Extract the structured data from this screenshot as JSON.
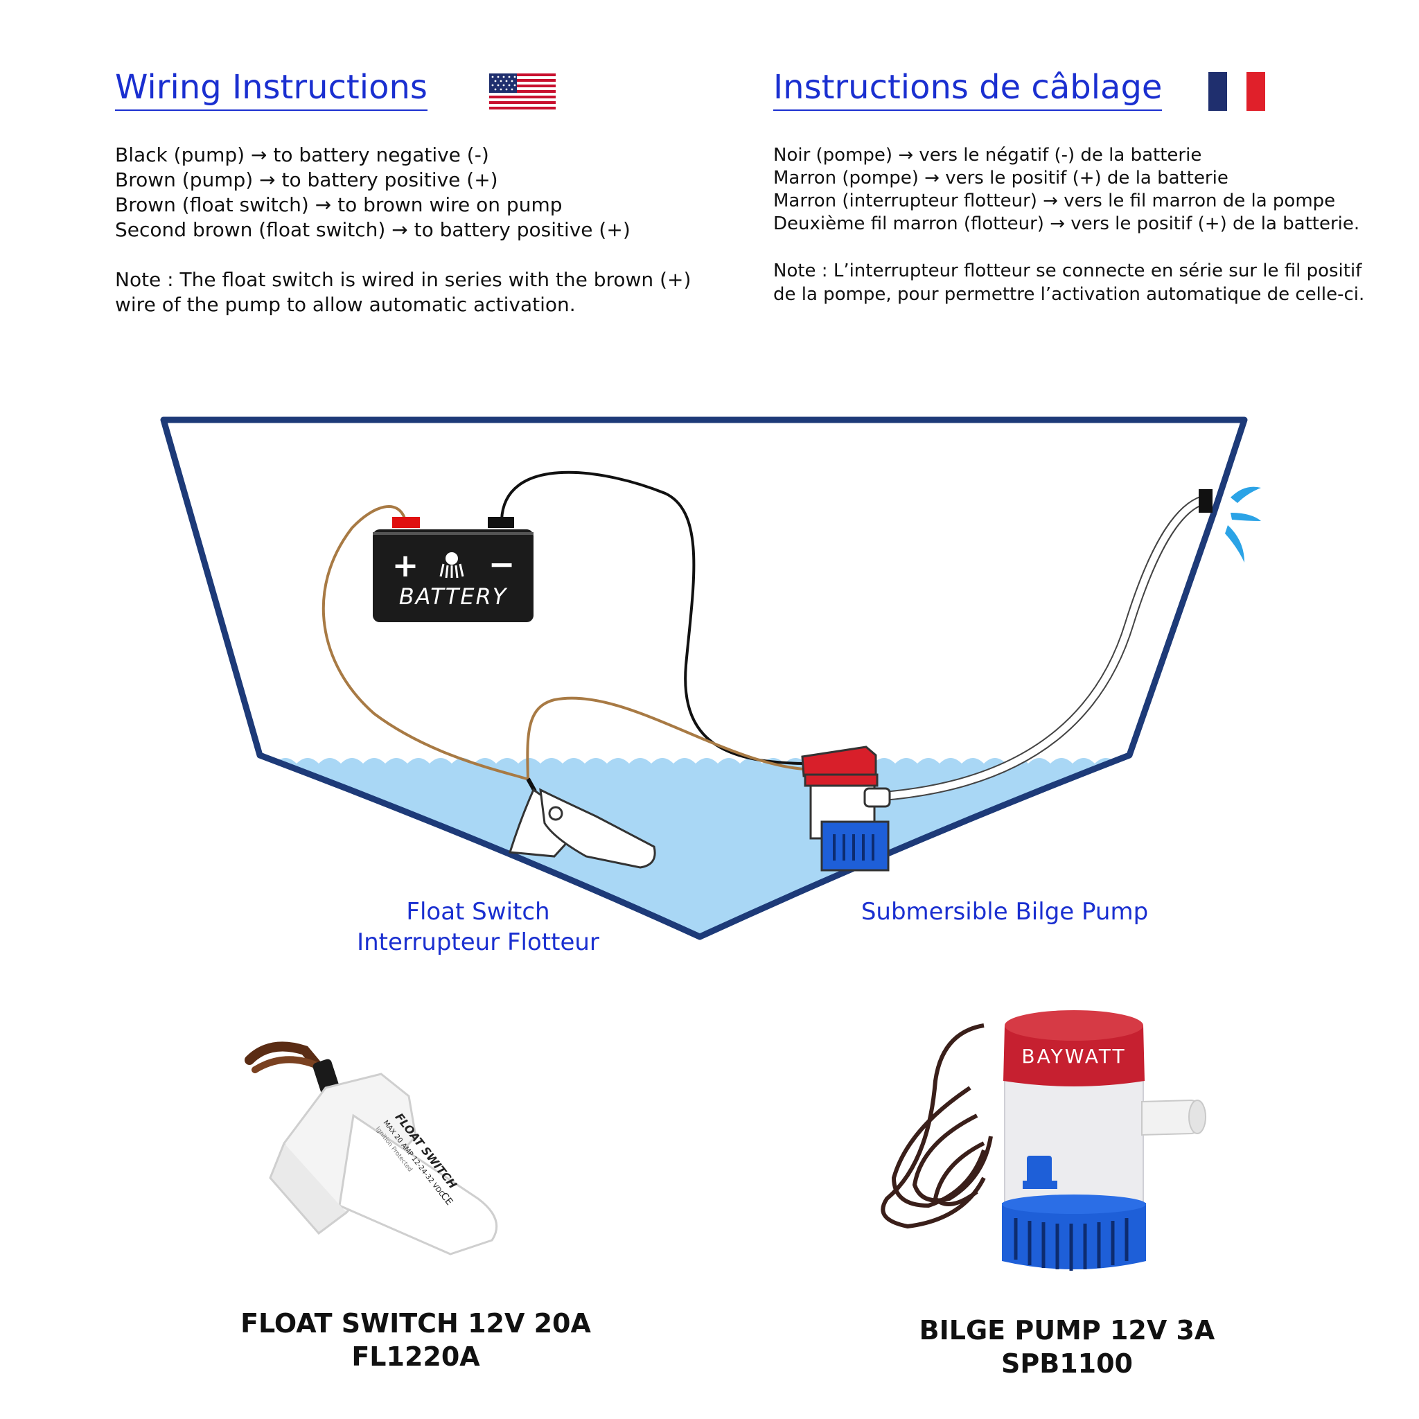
{
  "english": {
    "title": "Wiring Instructions",
    "lines": [
      "Black (pump) → to battery negative (-)",
      "Brown (pump) → to battery positive (+)",
      "Brown (float switch) → to brown wire on pump",
      "Second brown (float switch) → to battery positive (+)"
    ],
    "note_lines": [
      "Note : The float switch is wired in series with the brown (+)",
      "wire of the pump to allow automatic activation."
    ]
  },
  "french": {
    "title": "Instructions de câblage",
    "lines": [
      "Noir (pompe) → vers le négatif (-) de la batterie",
      "Marron (pompe) → vers le positif (+) de la batterie",
      "Marron (interrupteur flotteur) → vers le fil marron de la pompe",
      "Deuxième fil marron (flotteur) → vers le positif (+) de la batterie."
    ],
    "note_lines": [
      "Note :  L’interrupteur flotteur se connecte en série sur le fil positif",
      "de la pompe, pour permettre l’activation automatique de celle-ci."
    ]
  },
  "diagram": {
    "battery_label": "BATTERY",
    "battery_plus": "+",
    "battery_minus": "−",
    "float_caption": [
      "Float Switch",
      "Interrupteur Flotteur"
    ],
    "pump_caption": "Submersible Bilge Pump"
  },
  "products": {
    "float_switch": {
      "name_lines": [
        "FLOAT SWITCH 12V 20A",
        "FL1220A"
      ],
      "label_lines": [
        "FLOAT SWITCH",
        "MAX 20 AMP 12-24-32 VDC",
        "Ignition Protected"
      ],
      "ce_mark": "CE"
    },
    "bilge_pump": {
      "name_lines": [
        "BILGE PUMP 12V 3A",
        "SPB1100"
      ],
      "brand": "BAYWATT"
    }
  },
  "colors": {
    "title_blue": "#1a2fd0",
    "hull_navy": "#1d3a78",
    "water": "#a9d7f5",
    "wire_brown": "#a87a44",
    "pump_red": "#c62030",
    "pump_blue": "#1e5fd8"
  }
}
